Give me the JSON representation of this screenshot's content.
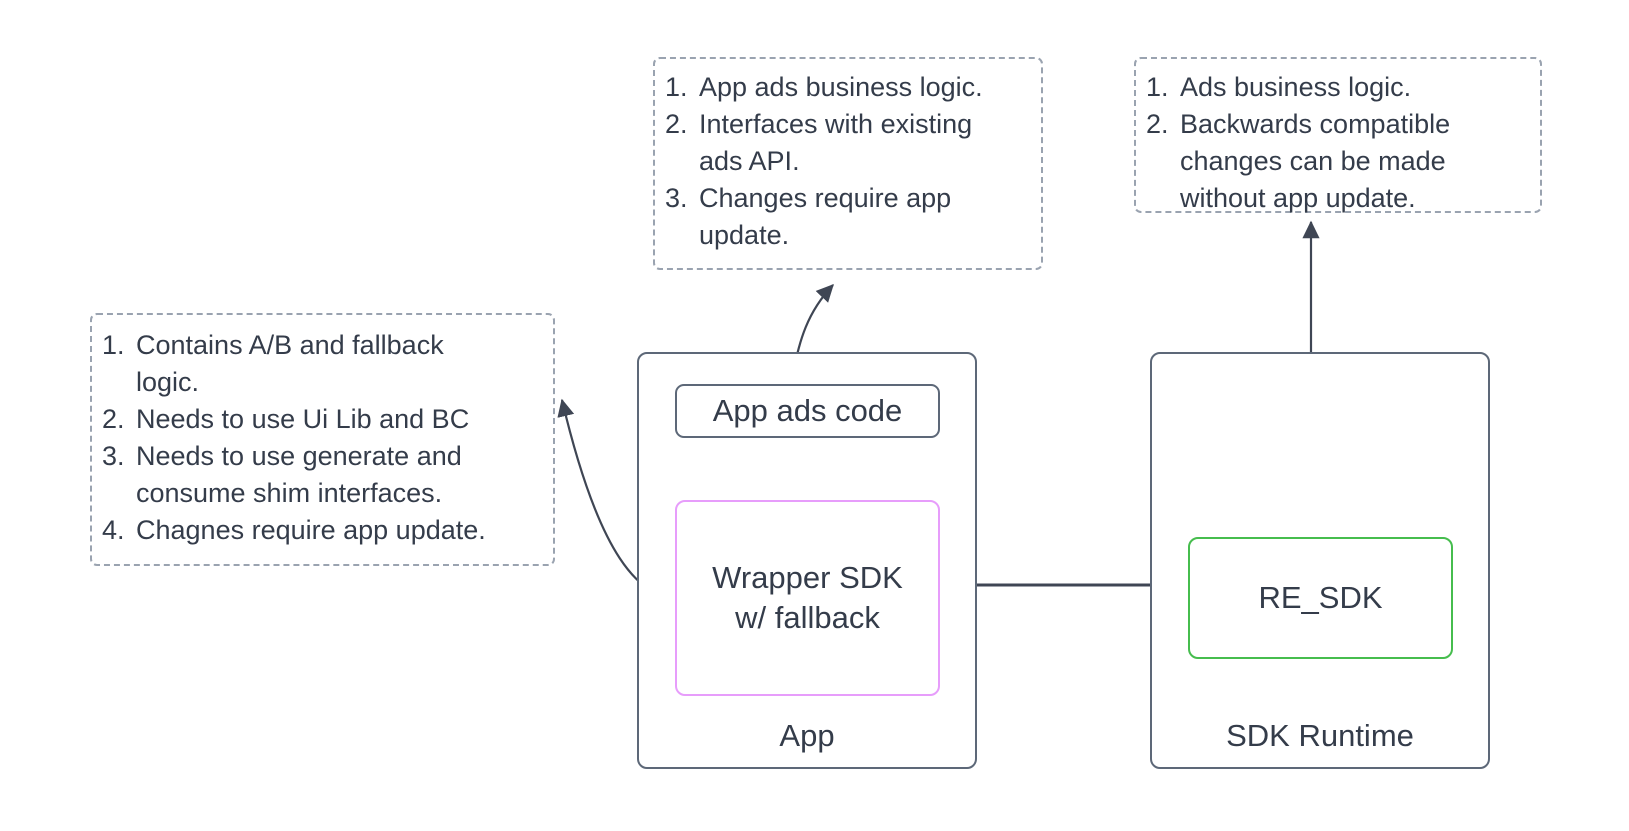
{
  "diagram": {
    "title": "App / SDK Runtime ads architecture",
    "background": "#ffffff",
    "text_color": "#343c4a",
    "note_border_color": "#9aa3b0",
    "container_border_color": "#5d6878",
    "wrapper_accent_color": "#e79dfb",
    "re_sdk_accent_color": "#46bd4e",
    "connector_color": "#3f4654"
  },
  "notes": {
    "app_ads_code": {
      "items": [
        {
          "num": "1.",
          "text": "App ads business logic."
        },
        {
          "num": "2.",
          "text": "Interfaces with existing\nads API."
        },
        {
          "num": "3.",
          "text": "Changes require app\nupdate."
        }
      ]
    },
    "sdk_runtime": {
      "items": [
        {
          "num": "1.",
          "text": "Ads business logic."
        },
        {
          "num": "2.",
          "text": "Backwards compatible\nchanges can be made\nwithout app update."
        }
      ]
    },
    "wrapper_sdk": {
      "items": [
        {
          "num": "1.",
          "text": "Contains A/B and fallback\nlogic."
        },
        {
          "num": "2.",
          "text": "Needs to use Ui Lib and BC"
        },
        {
          "num": "3.",
          "text": "Needs to use generate and\nconsume shim interfaces."
        },
        {
          "num": "4.",
          "text": "Chagnes require app update."
        }
      ]
    }
  },
  "containers": {
    "app": {
      "label": "App"
    },
    "sdk_runtime": {
      "label": "SDK Runtime"
    }
  },
  "nodes": {
    "app_ads_code": {
      "label": "App ads code"
    },
    "wrapper_sdk": {
      "label": "Wrapper SDK\nw/ fallback"
    },
    "re_sdk": {
      "label": "RE_SDK"
    }
  },
  "connectors": [
    {
      "name": "app-ads-code-to-note",
      "style": "curved",
      "arrowheads": "end"
    },
    {
      "name": "app-ads-code-to-wrapper-sdk",
      "style": "straight-vertical",
      "arrowheads": "both"
    },
    {
      "name": "wrapper-sdk-to-note",
      "style": "curved",
      "arrowheads": "end"
    },
    {
      "name": "wrapper-sdk-to-re-sdk",
      "style": "straight-horizontal",
      "arrowheads": "both"
    },
    {
      "name": "re-sdk-to-note",
      "style": "straight-vertical",
      "arrowheads": "end"
    }
  ]
}
